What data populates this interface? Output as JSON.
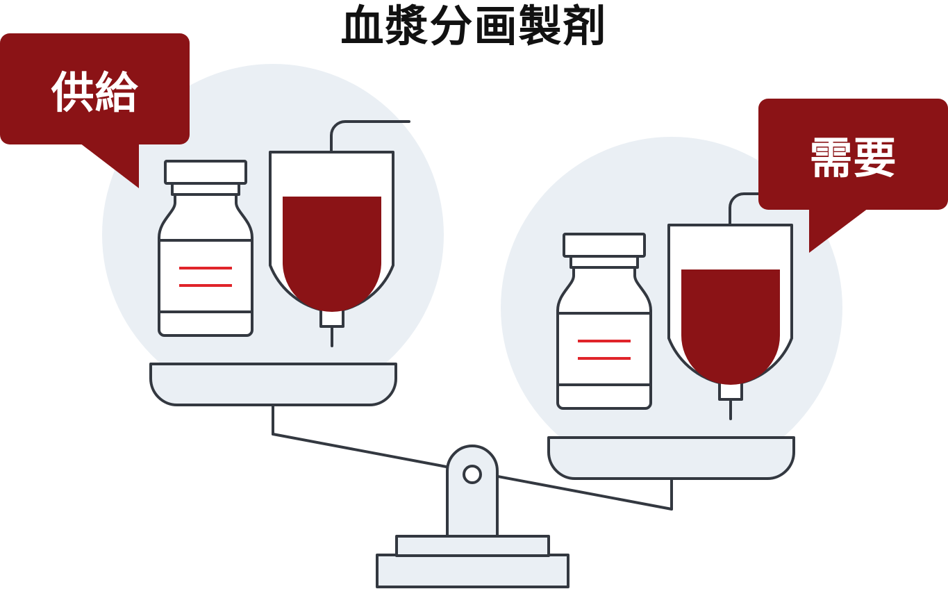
{
  "title": "血漿分画製剤",
  "supply": {
    "label": "供給"
  },
  "demand": {
    "label": "需要"
  },
  "colors": {
    "accent": "#8b1316",
    "outline": "#333840",
    "circle_bg": "#eaeff4",
    "label_lines": "#e0242a",
    "fill_light": "#ffffff"
  },
  "icons": {
    "vial": "vial-icon",
    "blood_bag": "blood-bag-icon",
    "scale": "balance-scale-icon"
  }
}
